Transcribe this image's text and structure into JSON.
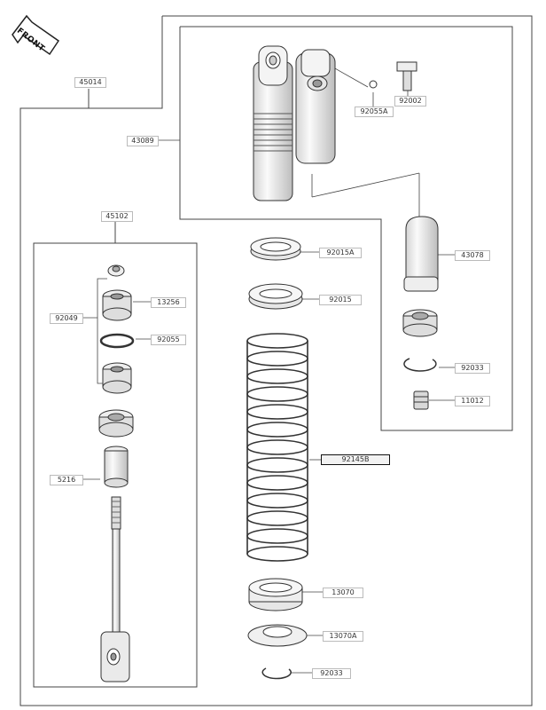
{
  "direction_label": "FRONT",
  "callouts": {
    "shock_assembly": "45014",
    "reservoir_body": "43089",
    "washer_small": "92055A",
    "bolt": "92002",
    "bladder": "43078",
    "ring": "92033",
    "valve": "11012",
    "piston_assembly": "45102",
    "seal_kit": "92049",
    "bushing": "13256",
    "oring": "92055",
    "rod_guide": "5216",
    "locknut_a": "92015A",
    "locknut": "92015",
    "spring": "92145B",
    "spring_seat": "13070",
    "spring_seat_a": "13070A",
    "circlip": "92033"
  },
  "colors": {
    "line": "#3a3a3a",
    "part_fill": "#ededed",
    "shade": "#c4c4c4",
    "highlight_border": "#111111"
  }
}
